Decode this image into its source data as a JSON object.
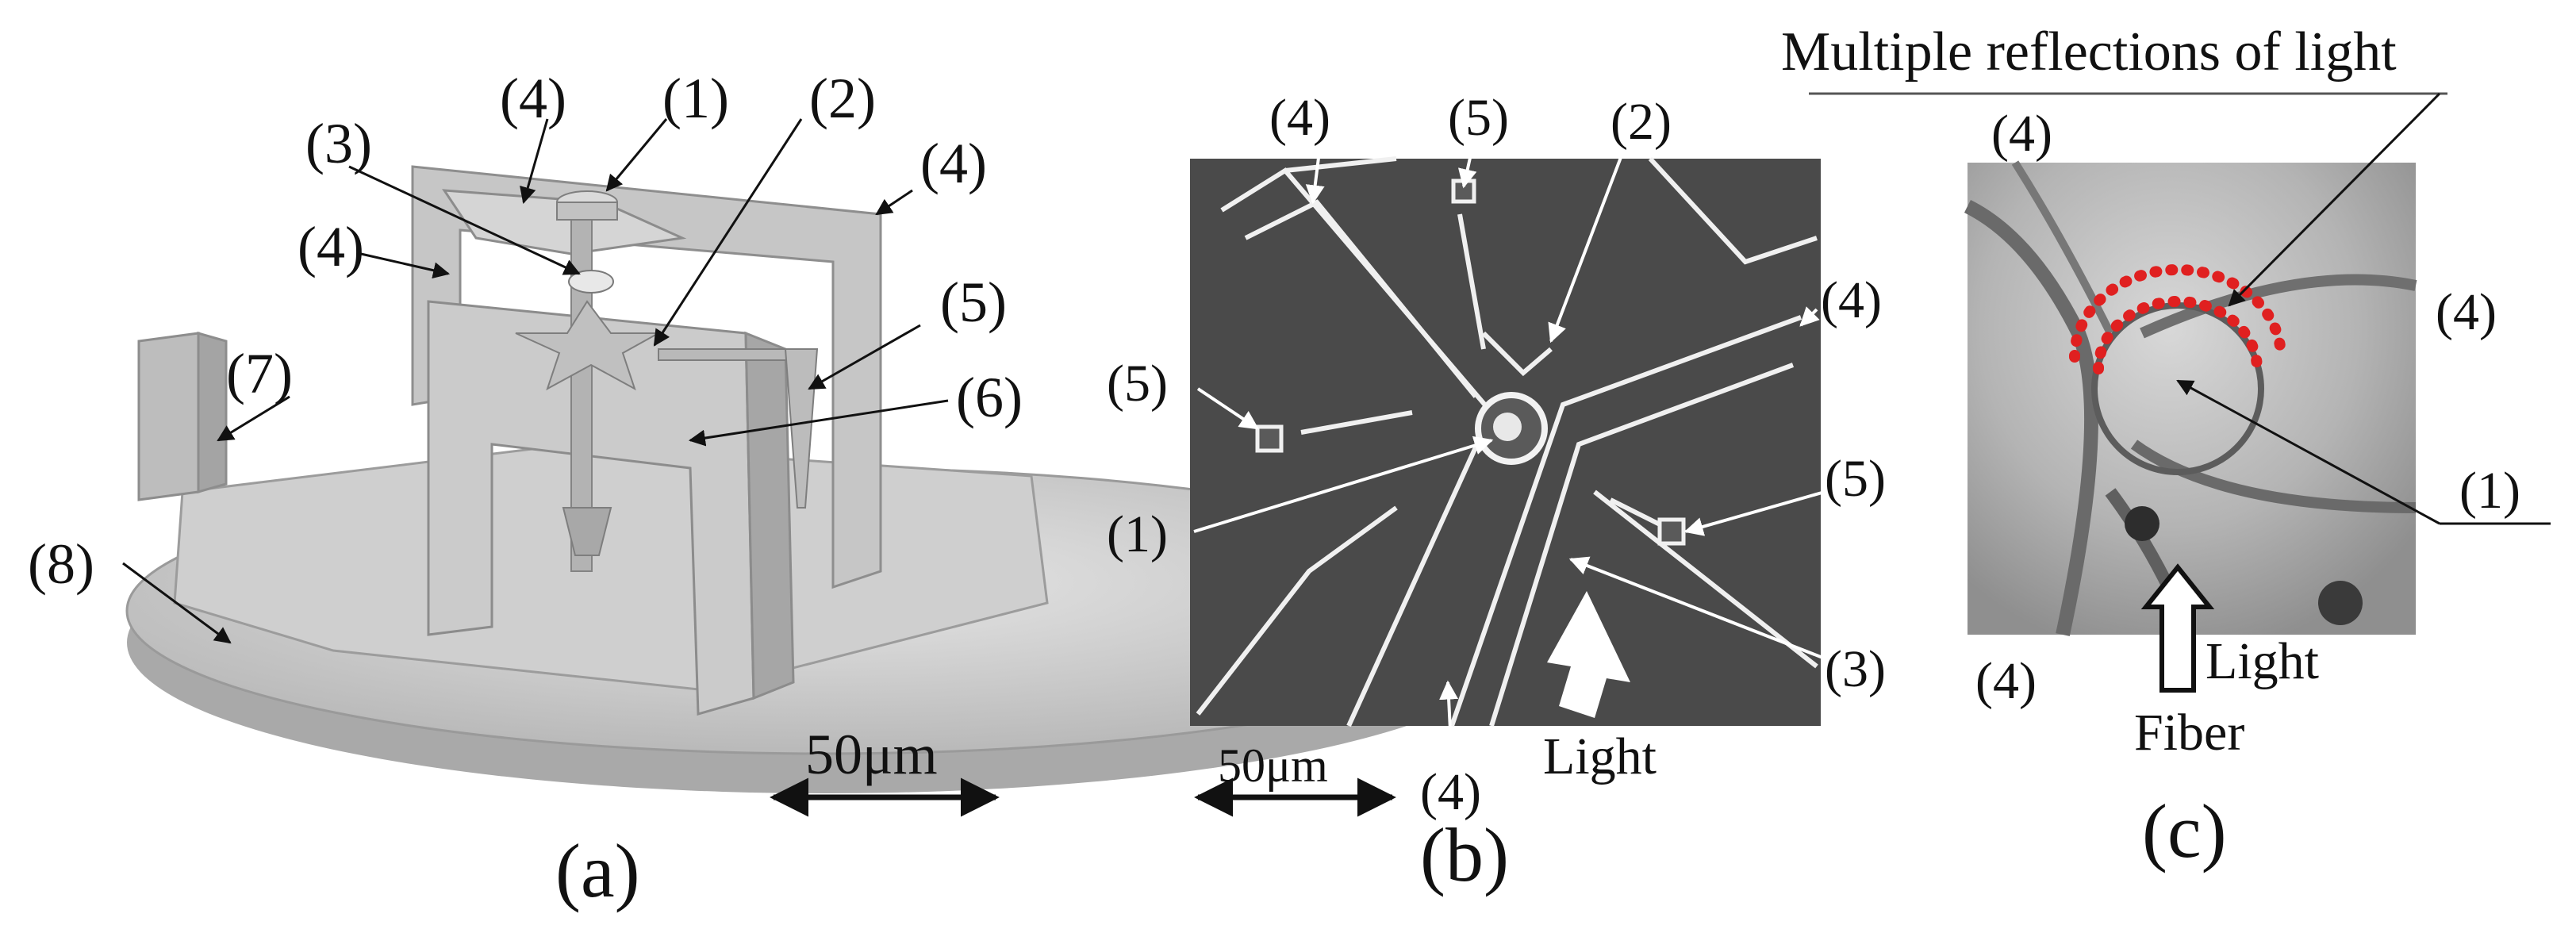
{
  "panel_a": {
    "caption": "(a)",
    "labels": [
      "(1)",
      "(2)",
      "(3)",
      "(4)",
      "(4)",
      "(4)",
      "(5)",
      "(6)",
      "(7)",
      "(8)"
    ],
    "scale_bar": "50μm"
  },
  "panel_b": {
    "caption": "(b)",
    "labels": [
      "(4)",
      "(5)",
      "(2)",
      "(4)",
      "(5)",
      "(1)",
      "(5)",
      "(3)",
      "(4)"
    ],
    "scale_bar": "50μm",
    "arrow_label": "Light"
  },
  "panel_c": {
    "caption": "(c)",
    "title": "Multiple reflections of light",
    "labels": [
      "(4)",
      "(4)",
      "(1)",
      "(4)"
    ],
    "light_label": "Light",
    "fiber_label": "Fiber"
  },
  "colors": {
    "sem_background": "#4a4a4a",
    "model_gray": "#c9c9c9",
    "reflection_dots": "#e02020"
  }
}
